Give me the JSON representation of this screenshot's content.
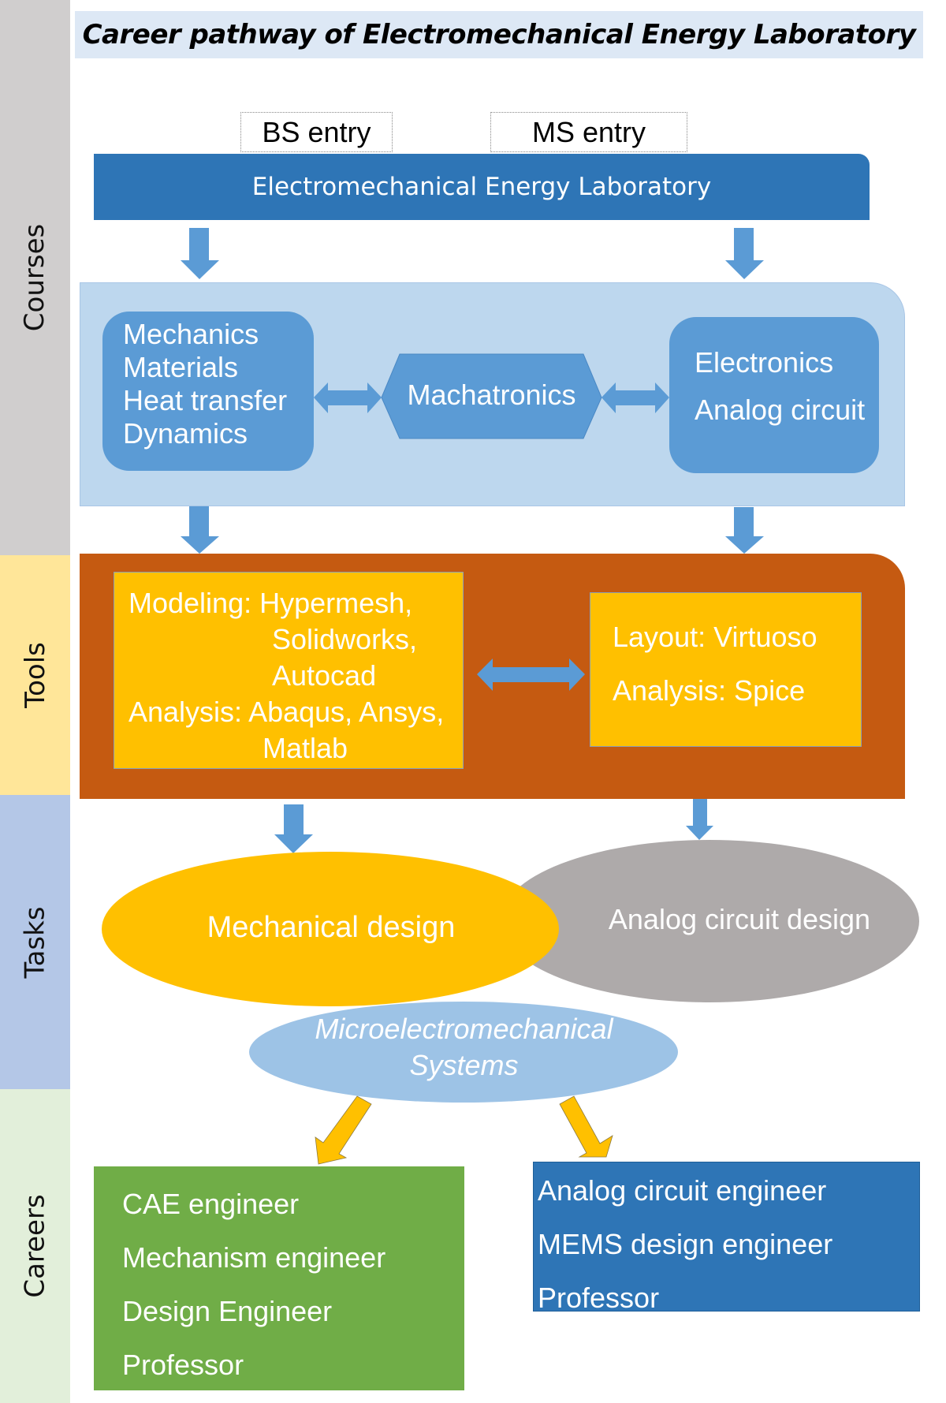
{
  "title": "Career pathway of Electromechanical Energy Laboratory",
  "sidebar": {
    "sections": [
      {
        "label": "Courses",
        "color": "#d0cece"
      },
      {
        "label": "Tools",
        "color": "#ffe699"
      },
      {
        "label": "Tasks",
        "color": "#b4c7e7"
      },
      {
        "label": "Careers",
        "color": "#e2efda"
      }
    ]
  },
  "entries": {
    "bs": "BS entry",
    "ms": "MS entry"
  },
  "lab": "Electromechanical Energy Laboratory",
  "courses": {
    "mechanical": [
      "Mechanics",
      "Materials",
      "Heat transfer",
      "Dynamics"
    ],
    "center": "Machatronics",
    "electrical": [
      "Electronics",
      "Analog circuit"
    ]
  },
  "tools": {
    "mechanical": [
      "Modeling: Hypermesh,",
      "Solidworks,",
      "Autocad",
      "Analysis: Abaqus, Ansys,",
      "Matlab"
    ],
    "electrical": [
      "Layout: Virtuoso",
      "Analysis: Spice"
    ]
  },
  "tasks": {
    "mechanical": "Mechanical design",
    "analog": "Analog circuit design",
    "mems": [
      "Microelectromechanical",
      "Systems"
    ]
  },
  "careers": {
    "mechanical": [
      "CAE engineer",
      "Mechanism engineer",
      "Design Engineer",
      "Professor"
    ],
    "electrical": [
      "Analog circuit engineer",
      "MEMS design engineer",
      "Professor"
    ]
  },
  "colors": {
    "lab_blue": "#2e75b6",
    "course_panel": "#bdd7ee",
    "course_box": "#5b9bd5",
    "tools_panel": "#c55a11",
    "tools_box": "#ffc000",
    "mech_task": "#ffc000",
    "analog_task": "#aeaaaa",
    "mems_task": "#9dc3e6",
    "careers_mech": "#70ad47",
    "careers_elec": "#2e75b6",
    "arrow_blue": "#5b9bd5",
    "arrow_orange": "#ffc000"
  }
}
